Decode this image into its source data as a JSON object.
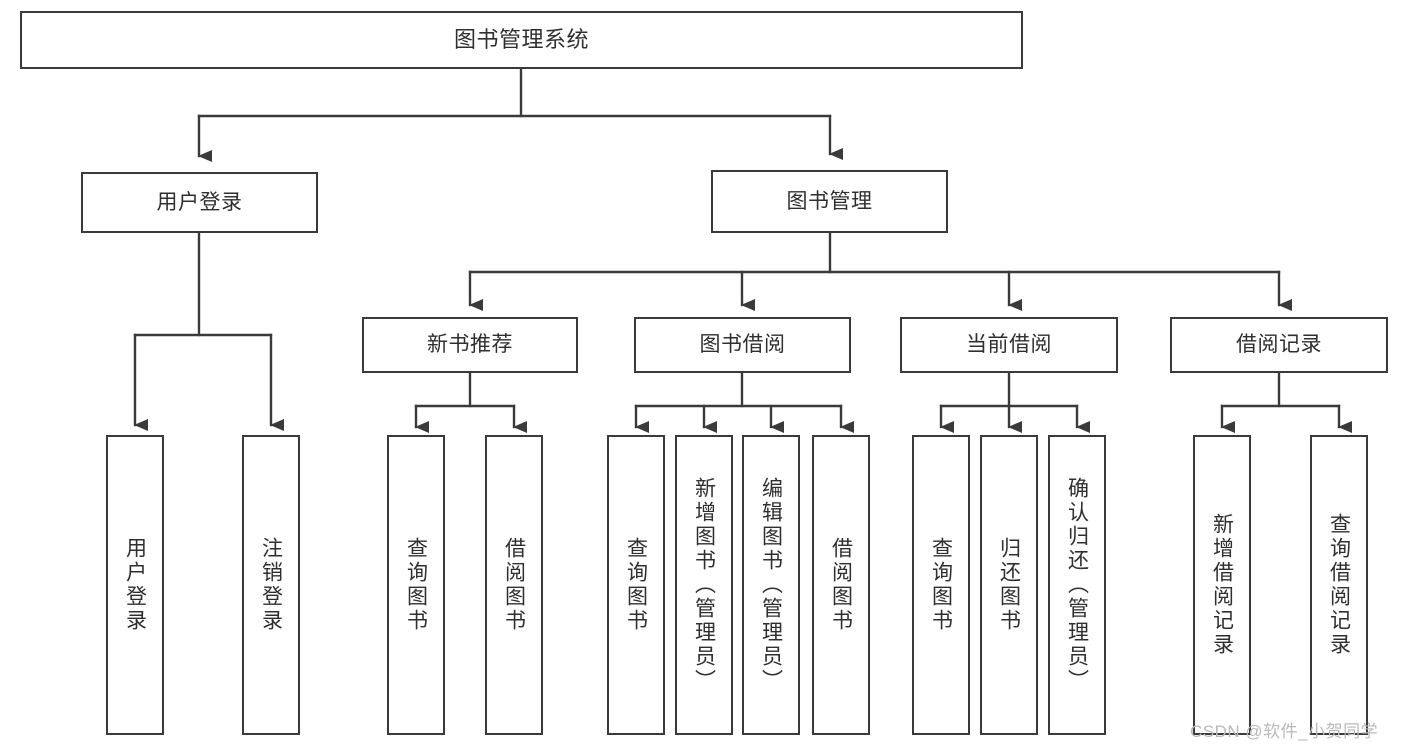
{
  "diagram": {
    "title": "图书管理系统",
    "type": "tree-hierarchy-chart",
    "background": "#ffffff",
    "line_color": "#3a3a3a",
    "box_border_color": "#3a3a3a",
    "text_color": "#2f2f2f"
  },
  "nodes": {
    "root": {
      "label": "图书管理系统"
    },
    "level1": [
      {
        "label": "用户登录"
      },
      {
        "label": "图书管理"
      }
    ],
    "level2": [
      {
        "label": "新书推荐"
      },
      {
        "label": "图书借阅"
      },
      {
        "label": "当前借阅"
      },
      {
        "label": "借阅记录"
      }
    ],
    "leaves": {
      "user_login": [
        {
          "label": "用户登录"
        },
        {
          "label": "注销登录"
        }
      ],
      "new_book_recommend": [
        {
          "label": "查询图书"
        },
        {
          "label": "借阅图书"
        }
      ],
      "book_borrow": [
        {
          "label": "查询图书"
        },
        {
          "label": "新增图书（管理员）"
        },
        {
          "label": "编辑图书（管理员）"
        },
        {
          "label": "借阅图书"
        }
      ],
      "current_borrow": [
        {
          "label": "查询图书"
        },
        {
          "label": "归还图书"
        },
        {
          "label": "确认归还（管理员）"
        }
      ],
      "borrow_record": [
        {
          "label": "新增借阅记录"
        },
        {
          "label": "查询借阅记录"
        }
      ]
    }
  },
  "watermark": {
    "text": "CSDN @软件_小贺同学"
  }
}
